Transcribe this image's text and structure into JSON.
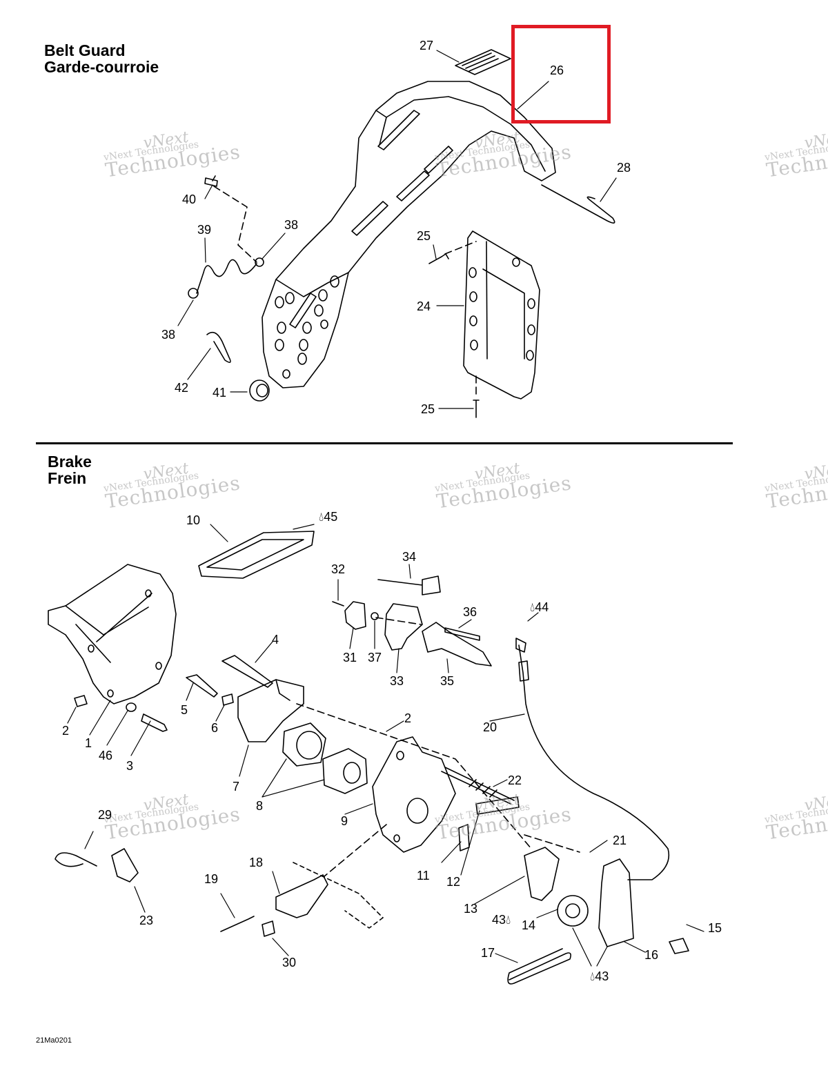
{
  "sections": {
    "belt_guard": {
      "title_en": "Belt Guard",
      "title_fr": "Garde-courroie"
    },
    "brake": {
      "title_en": "Brake",
      "title_fr": "Frein"
    }
  },
  "watermark": {
    "line1": "vNext",
    "line2": "vNext Technologies",
    "line3": "Technologies"
  },
  "callouts": {
    "c27": "27",
    "c26": "26",
    "c28": "28",
    "c40": "40",
    "c39": "39",
    "c38a": "38",
    "c38b": "38",
    "c25a": "25",
    "c24": "24",
    "c25b": "25",
    "c42": "42",
    "c41": "41",
    "c10": "10",
    "c45": "45",
    "c34": "34",
    "c32": "32",
    "c36": "36",
    "c44": "44",
    "c31": "31",
    "c37": "37",
    "c33": "33",
    "c35": "35",
    "c4": "4",
    "c5": "5",
    "c6": "6",
    "c2a": "2",
    "c1": "1",
    "c46": "46",
    "c3": "3",
    "c2b": "2",
    "c20": "20",
    "c22": "22",
    "c7": "7",
    "c8": "8",
    "c9": "9",
    "c29": "29",
    "c23": "23",
    "c18": "18",
    "c19": "19",
    "c30": "30",
    "c11": "11",
    "c12": "12",
    "c21": "21",
    "c13": "13",
    "c43a": "43",
    "c14": "14",
    "c15": "15",
    "c17": "17",
    "c16": "16",
    "c43b": "43"
  },
  "doc_code": "21Ma0201",
  "highlight_color": "#e01b24"
}
